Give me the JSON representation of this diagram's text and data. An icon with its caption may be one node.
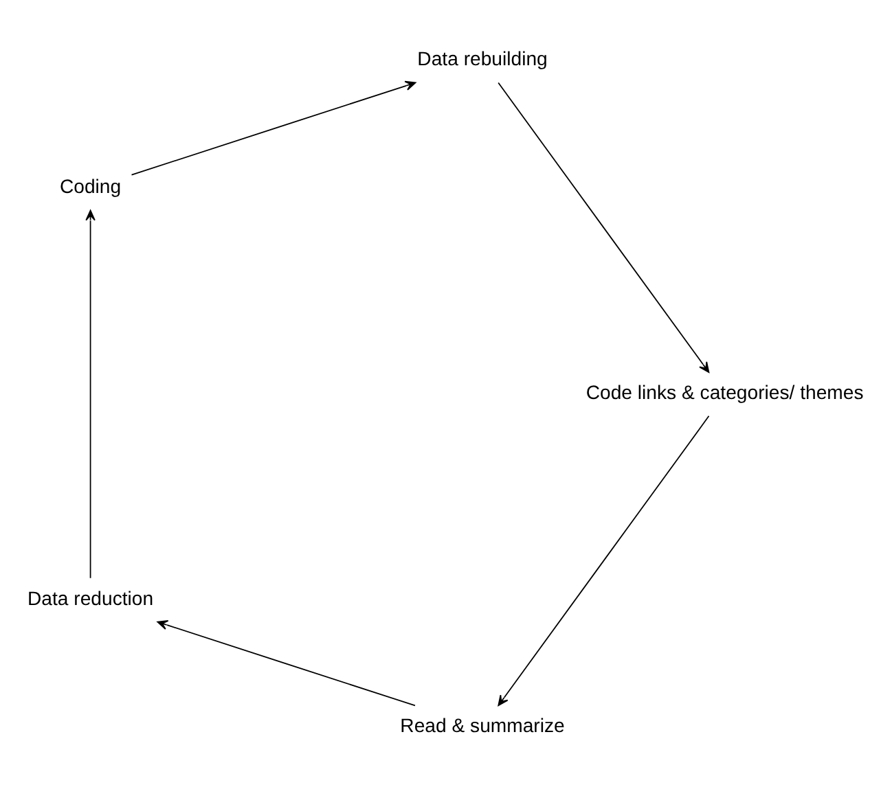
{
  "diagram": {
    "nodes": [
      {
        "text": [
          "Read & summarize"
        ]
      },
      {
        "text": [
          "Data reduction"
        ]
      },
      {
        "text": [
          "Coding"
        ]
      },
      {
        "text": [
          "Data rebuilding"
        ]
      },
      {
        "text": [
          "Code links & categories/ themes"
        ]
      }
    ],
    "edges": [
      {
        "from": 0,
        "to": 1,
        "arrow": "to"
      },
      {
        "from": 1,
        "to": 2,
        "arrow": "to"
      },
      {
        "from": 2,
        "to": 3,
        "arrow": "to"
      },
      {
        "from": 3,
        "to": 4,
        "arrow": "to"
      },
      {
        "from": 4,
        "to": 0,
        "arrow": "to"
      }
    ]
  }
}
